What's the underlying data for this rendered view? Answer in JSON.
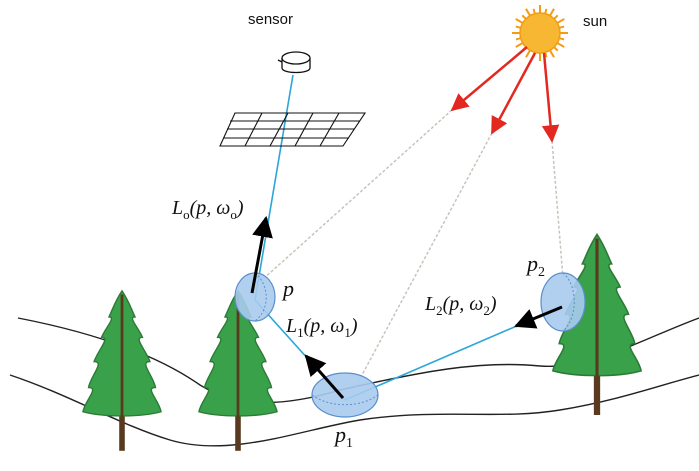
{
  "labels": {
    "sensor": "sensor",
    "sun": "sun",
    "p": "p",
    "p1_base": "p",
    "p1_sub": "1",
    "p2_base": "p",
    "p2_sub": "2",
    "Lo_base": "L",
    "Lo_sub": "o",
    "Lo_args": "(p, ω",
    "Lo_args_sub": "o",
    "Lo_close": ")",
    "L1_base": "L",
    "L1_sub": "1",
    "L1_args": "(p, ω",
    "L1_args_sub": "1",
    "L1_close": ")",
    "L2_base": "L",
    "L2_sub": "2",
    "L2_args": "(p, ω",
    "L2_args_sub": "2",
    "L2_close": ")"
  },
  "colors": {
    "sun_fill": "#f7b733",
    "sun_ray": "#f39c12",
    "sun_arrow": "#e3281f",
    "light_path": "#2aa6d9",
    "dashed_ray": "#c9c3bb",
    "surface_patch": "#a9cbee",
    "patch_stroke": "#5a8fcc",
    "tree_green": "#3aa14b",
    "tree_dark": "#2c7a36",
    "trunk": "#5a3a1e",
    "ground_line": "#222222",
    "vector": "#000000"
  },
  "icons": [
    "sun-icon",
    "sensor-camera-icon",
    "image-grid-icon",
    "tree-icon"
  ]
}
